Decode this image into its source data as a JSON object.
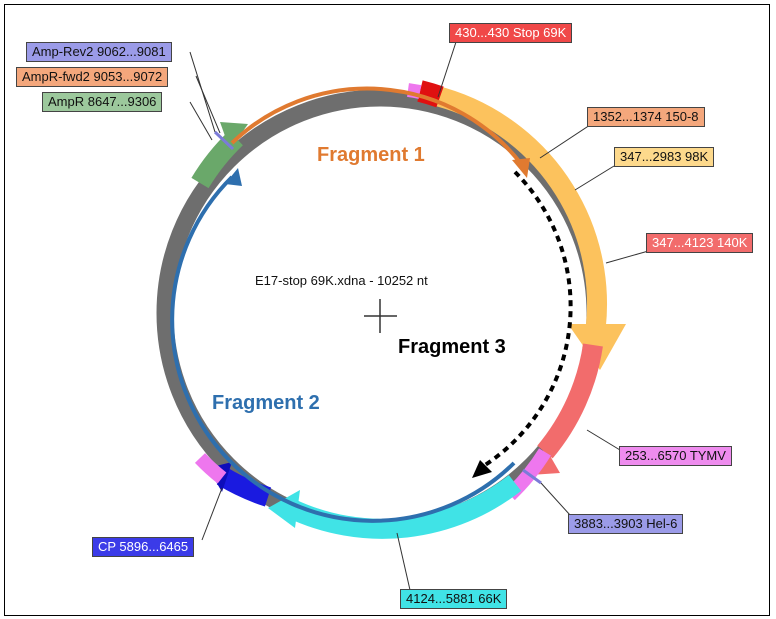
{
  "map_title": "E17-stop 69K.xdna - 10252 nt",
  "fragments": {
    "f1": {
      "label": "Fragment 1",
      "color": "#e07a30"
    },
    "f2": {
      "label": "Fragment 2",
      "color": "#2e6fae"
    },
    "f3": {
      "label": "Fragment 3",
      "color": "#000000"
    }
  },
  "features": [
    {
      "id": "stop69k",
      "label": "430...430  Stop 69K",
      "color": "#f04848",
      "text_color": "#ffffff"
    },
    {
      "id": "f150_8",
      "label": "1352...1374  150-8",
      "color": "#f4a77c",
      "text_color": "#111111"
    },
    {
      "id": "f98k",
      "label": "347...2983  98K",
      "color": "#fdd98c",
      "text_color": "#111111"
    },
    {
      "id": "f140k",
      "label": "347...4123  140K",
      "color": "#f26c6c",
      "text_color": "#ffffff"
    },
    {
      "id": "tymv",
      "label": "253...6570  TYMV",
      "color": "#ee8cee",
      "text_color": "#111111"
    },
    {
      "id": "hel6",
      "label": "3883...3903  Hel-6",
      "color": "#9b9be8",
      "text_color": "#111111"
    },
    {
      "id": "k66",
      "label": "4124...5881  66K",
      "color": "#40e3e6",
      "text_color": "#111111"
    },
    {
      "id": "cp",
      "label": "CP  5896...6465",
      "color": "#3b3be8",
      "text_color": "#ffffff"
    },
    {
      "id": "amprev2",
      "label": "Amp-Rev2  9062...9081",
      "color": "#9b9be8",
      "text_color": "#111111"
    },
    {
      "id": "amprfwd2",
      "label": "AmpR-fwd2  9053...9072",
      "color": "#f4a77c",
      "text_color": "#111111"
    },
    {
      "id": "ampr",
      "label": "AmpR  8647...9306",
      "color": "#9cc89c",
      "text_color": "#111111"
    }
  ]
}
